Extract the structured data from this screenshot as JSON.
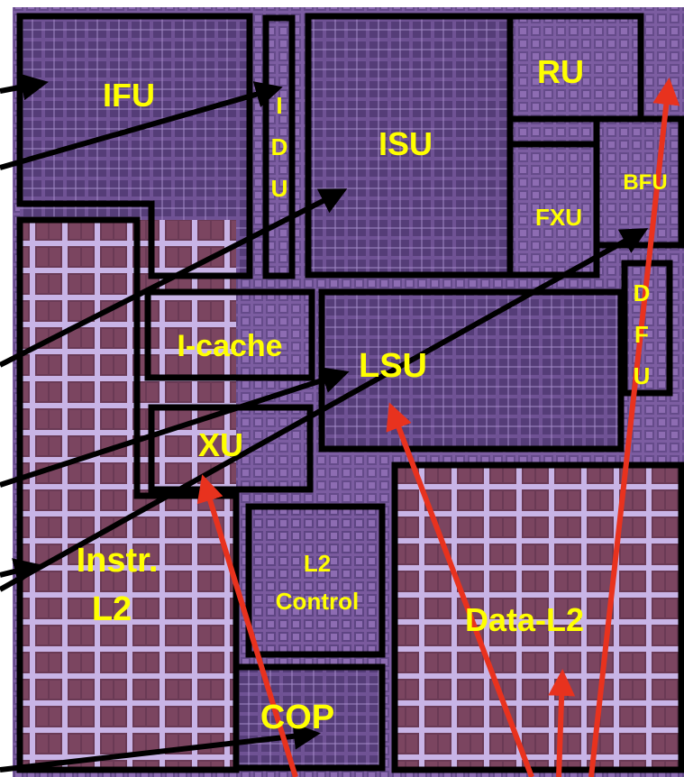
{
  "colors": {
    "die": "#7a5a9e",
    "die_dark": "#4a3568",
    "wiring": "#c8b4e6",
    "block_border": "#000000",
    "label": "#ffff00",
    "black_arrow": "#000000",
    "red_arrow": "#e8321e"
  },
  "labels": {
    "ifu": "IFU",
    "idu_1": "I",
    "idu_2": "D",
    "idu_3": "U",
    "isu": "ISU",
    "ru": "RU",
    "bfu": "BFU",
    "fxu": "FXU",
    "dfu_1": "D",
    "dfu_2": "F",
    "dfu_3": "U",
    "icache": "I-cache",
    "lsu": "LSU",
    "xu": "XU",
    "instr_l2_1": "Instr.",
    "instr_l2_2": "L2",
    "l2_control_1": "L2",
    "l2_control_2": "Control",
    "data_l2": "Data-L2",
    "cop": "COP"
  }
}
